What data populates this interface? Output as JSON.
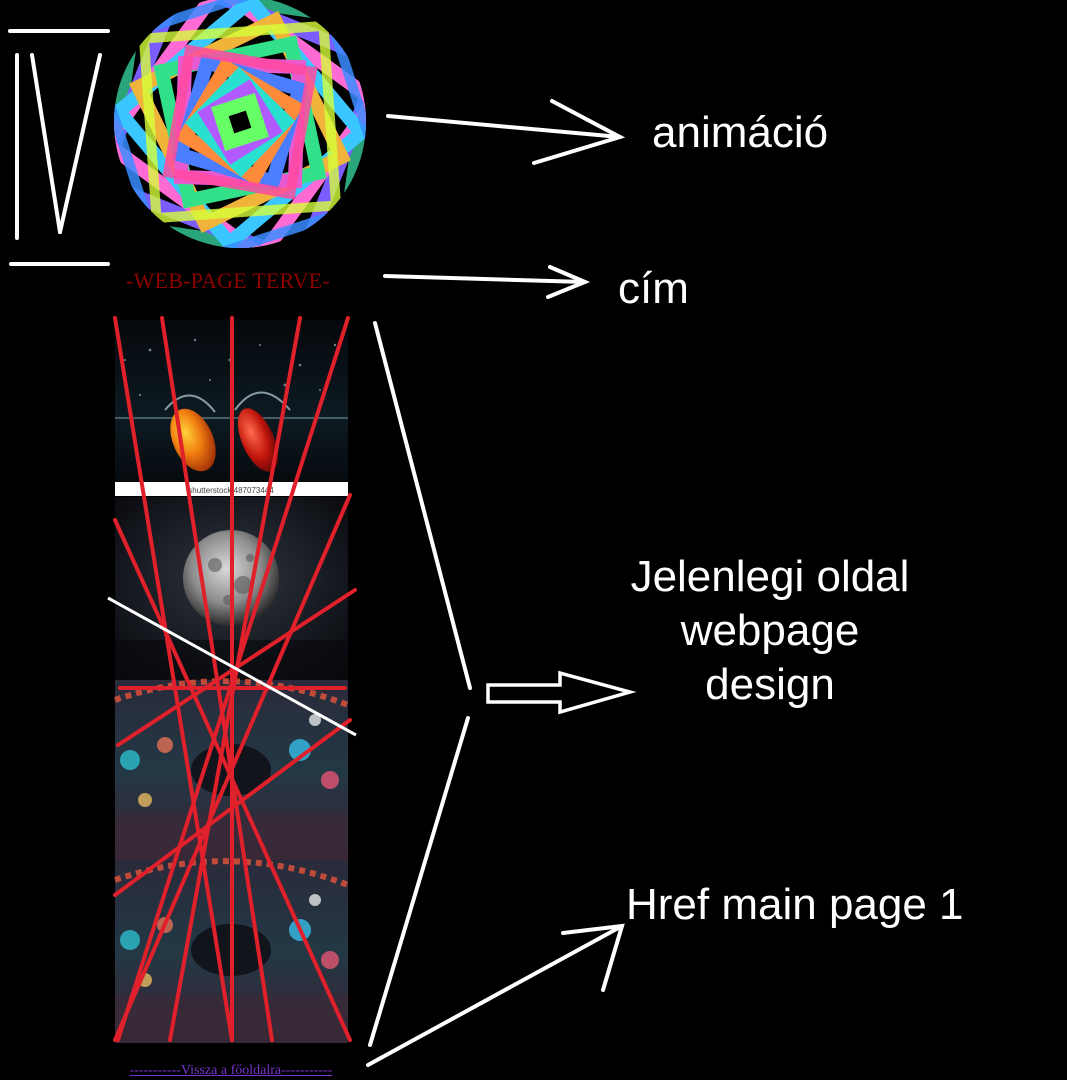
{
  "page": {
    "title": "-WEB-PAGE TERVE-",
    "back_link": "-----------Vissza a főoldalra-----------",
    "watermark": "shutterstock 487073444"
  },
  "annotations": {
    "animation": "animáció",
    "title": "cím",
    "current_design": [
      "Jelenlegi oldal",
      "webpage",
      "design"
    ],
    "href": "Href main page 1"
  },
  "colors": {
    "background": "#000000",
    "annotation": "#ffffff",
    "cross_out": "#e0202a",
    "title_text": "#8b0000",
    "link": "#7a33c9"
  }
}
